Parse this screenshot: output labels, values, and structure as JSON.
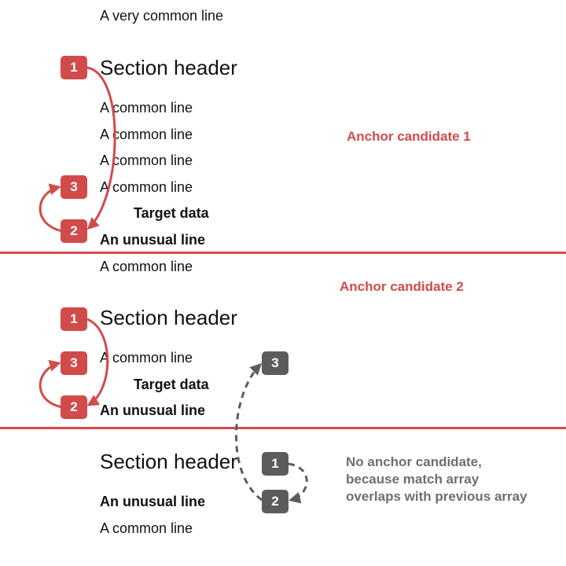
{
  "section1": {
    "top_line": "A very common line",
    "header": "Section header",
    "common_lines": [
      "A common line",
      "A common line",
      "A common line",
      "A common line"
    ],
    "target": "Target data",
    "unusual": "An unusual line",
    "label": "Anchor candidate 1",
    "badges": [
      "1",
      "2",
      "3"
    ]
  },
  "section2": {
    "top_line": "A common line",
    "header": "Section header",
    "common_line": "A common line",
    "target": "Target data",
    "unusual": "An unusual line",
    "label": "Anchor candidate 2",
    "badges": [
      "1",
      "2",
      "3"
    ]
  },
  "section3": {
    "header": "Section header",
    "unusual": "An unusual line",
    "common_line": "A common line",
    "label": "No anchor candidate, because match array overlaps with previous array",
    "badges": [
      "1",
      "2",
      "3"
    ]
  },
  "colors": {
    "accent_red": "#d24b4b",
    "badge_gray": "#5c5c5c",
    "label_gray": "#6e6e6e"
  }
}
